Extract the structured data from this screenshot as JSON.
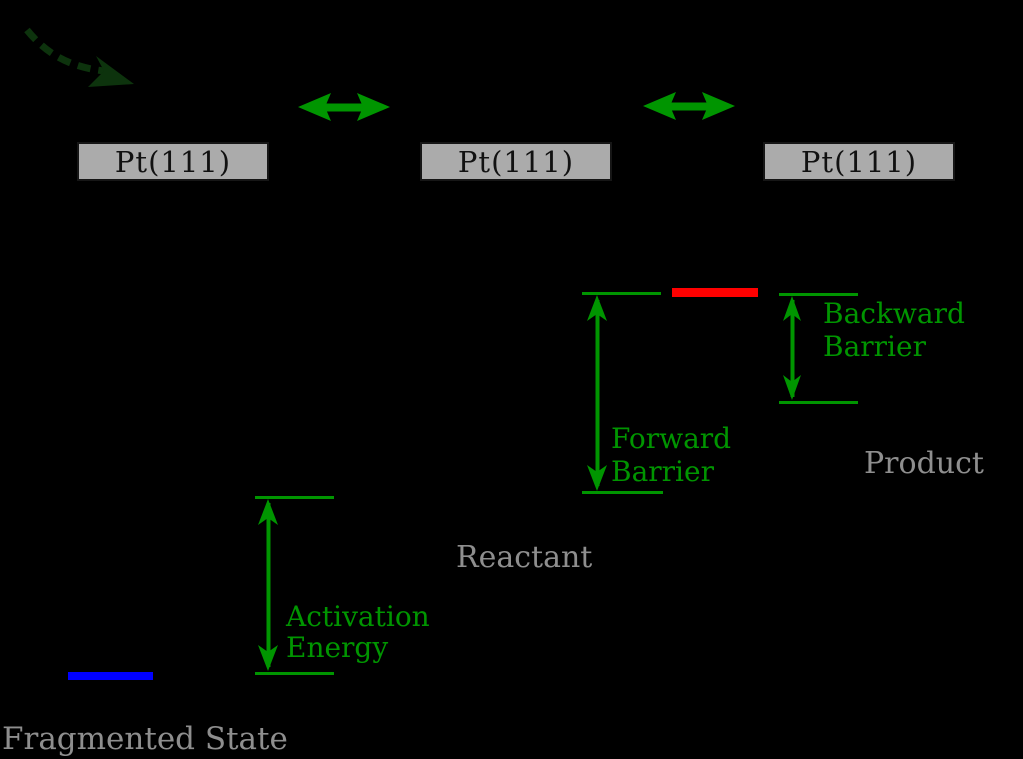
{
  "colors": {
    "background": "#000000",
    "annotation_green": "#009500",
    "dashed_arrow_green": "#0d330d",
    "transition_bar_red": "#ff0000",
    "fragmented_bar_blue": "#0000ff",
    "label_gray": "#8e8e8e",
    "slab_fill_gray": "#ababab"
  },
  "slabs": [
    {
      "label": "Pt(111)"
    },
    {
      "label": "Pt(111)"
    },
    {
      "label": "Pt(111)"
    }
  ],
  "barriers": {
    "activation": {
      "line1": "Activation",
      "line2": "Energy"
    },
    "forward": {
      "line1": "Forward",
      "line2": "Barrier"
    },
    "backward": {
      "line1": "Backward",
      "line2": "Barrier"
    }
  },
  "states": {
    "fragmented": {
      "label": "Fragmented State"
    },
    "reactant": {
      "label": "Reactant"
    },
    "product": {
      "label": "Product"
    }
  },
  "icons": {
    "incoming_trajectory": "curved-dashed-arrow",
    "surface_exchange": "double-headed-horizontal-arrow",
    "barrier_measure": "double-headed-vertical-arrow-with-caps"
  }
}
